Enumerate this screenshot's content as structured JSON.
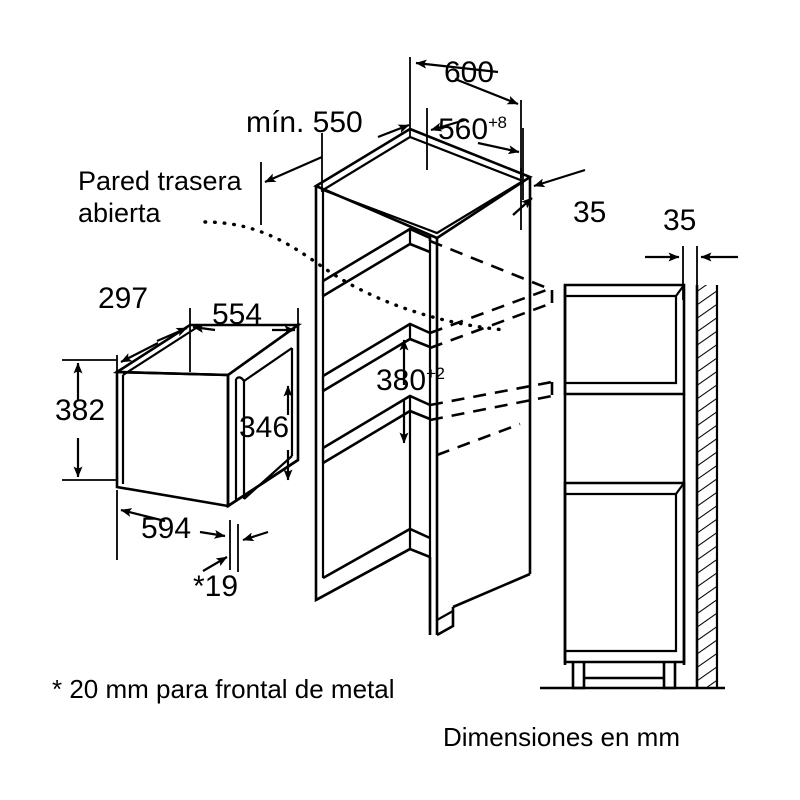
{
  "drawing": {
    "title": "Dibujo de dimensiones de instalación",
    "units_note": "Dimensiones en mm",
    "footnote": "* 20 mm para frontal de metal",
    "back_wall_note_line1": "Pared trasera",
    "back_wall_note_line2": "abierta",
    "line_color": "#000000",
    "background_color": "#ffffff"
  },
  "dimensions": {
    "niche_depth_min": "mín. 550",
    "cabinet_width_outer": "600",
    "niche_width": "560",
    "niche_width_tol": "+8",
    "niche_height": "380",
    "niche_height_tol": "+2",
    "wall_gap_cabinet": "35",
    "wall_gap_side": "35",
    "appliance_depth": "297",
    "appliance_body_width": "554",
    "appliance_front_height": "382",
    "appliance_body_height": "346",
    "appliance_front_width": "594",
    "front_overhang": "*19"
  },
  "views": {
    "appliance": "vista isométrica del microondas",
    "cabinet": "vista isométrica del mueble columna",
    "side_section": "sección lateral del mueble contra la pared"
  }
}
